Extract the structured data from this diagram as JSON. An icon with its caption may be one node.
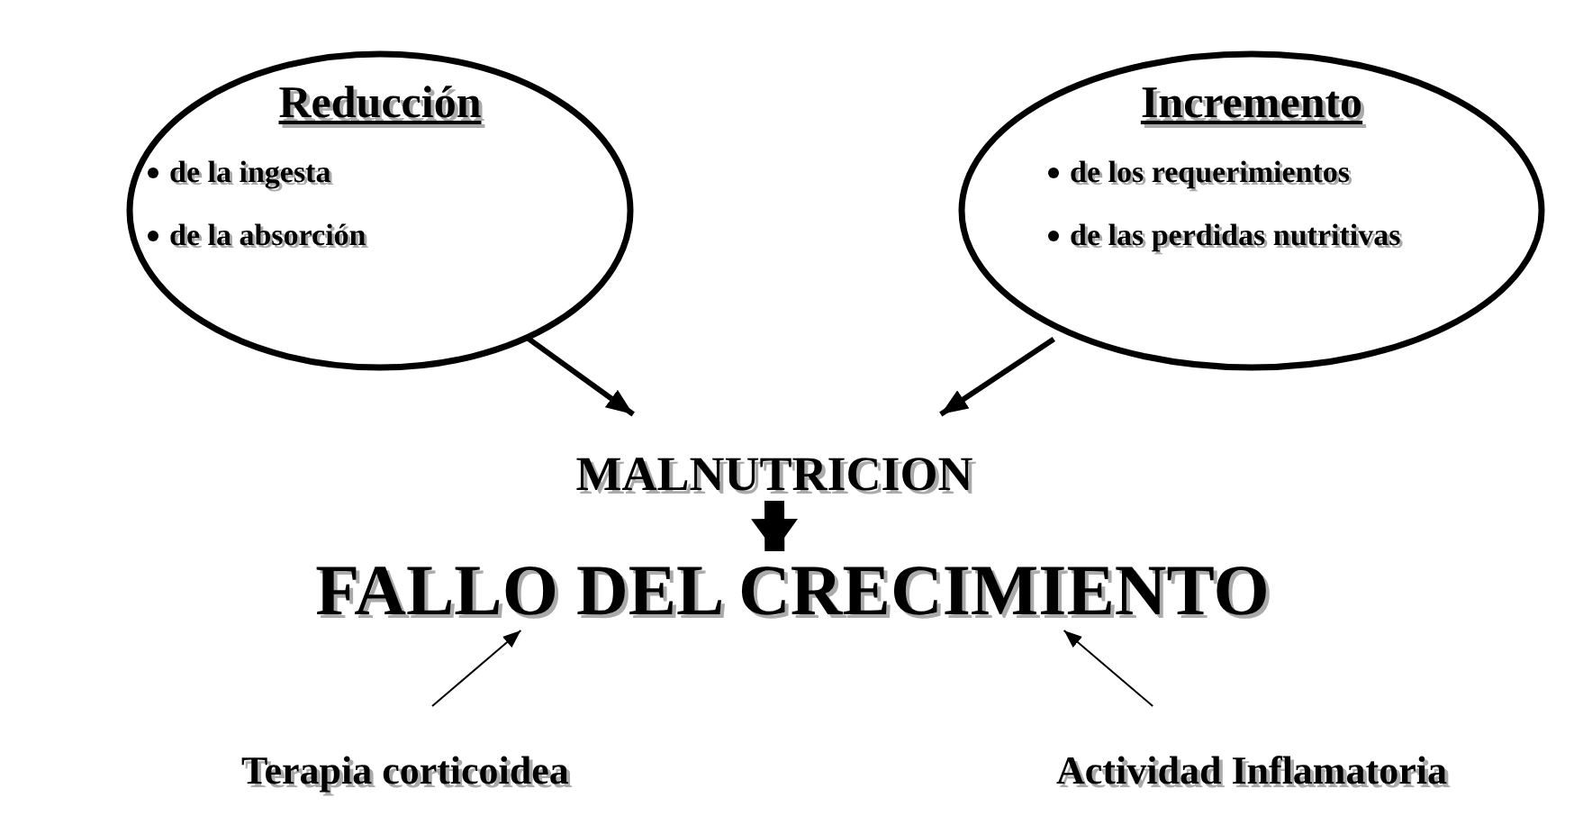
{
  "diagram": {
    "nodes": [
      {
        "text": [
          "Reducción",
          "de la ingesta",
          "de la absorción"
        ]
      },
      {
        "text": [
          "Incremento",
          "de los requerimientos",
          "de las perdidas nutritivas"
        ]
      },
      {
        "text": [
          "MALNUTRICION"
        ]
      },
      {
        "text": [
          "FALLO DEL CRECIMIENTO"
        ]
      },
      {
        "text": [
          "Terapia corticoidea"
        ]
      },
      {
        "text": [
          "Actividad Inflamatoria"
        ]
      }
    ],
    "edges": [
      {
        "from": 0,
        "to": 2,
        "arrow": "to"
      },
      {
        "from": 1,
        "to": 2,
        "arrow": "to"
      },
      {
        "from": 2,
        "to": 3,
        "arrow": "to",
        "style": "thick"
      },
      {
        "from": 4,
        "to": 3,
        "arrow": "to"
      },
      {
        "from": 5,
        "to": 3,
        "arrow": "to"
      }
    ]
  }
}
